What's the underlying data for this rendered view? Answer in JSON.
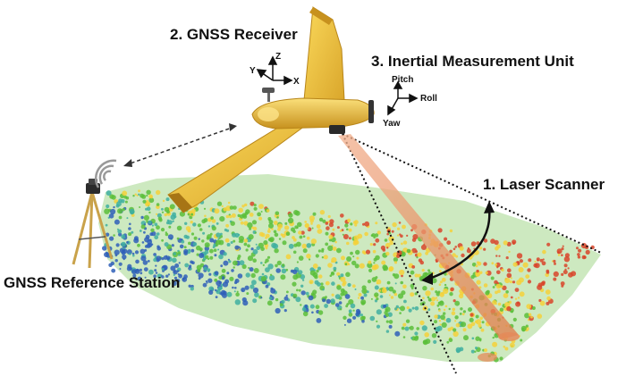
{
  "labels": {
    "gnss_receiver": "2. GNSS Receiver",
    "imu": "3. Inertial Measurement Unit",
    "laser_scanner": "1. Laser Scanner",
    "reference_station": "GNSS Reference Station"
  },
  "axes": {
    "x": "X",
    "y": "Y",
    "z": "Z",
    "pitch": "Pitch",
    "roll": "Roll",
    "yaw": "Yaw"
  },
  "colors": {
    "aircraft": "#F2C53A",
    "aircraft_dark": "#B8861A",
    "laser": "#E8956B",
    "point_high": "#D8452A",
    "point_mid": "#F4D13A",
    "point_green": "#5BBE3A",
    "point_low": "#2F5FB8",
    "tripod": "#C9A24A"
  },
  "icons": {
    "signal": "wifi-signal-icon",
    "tripod": "tripod-icon",
    "aircraft": "fixed-wing-drone-icon"
  }
}
